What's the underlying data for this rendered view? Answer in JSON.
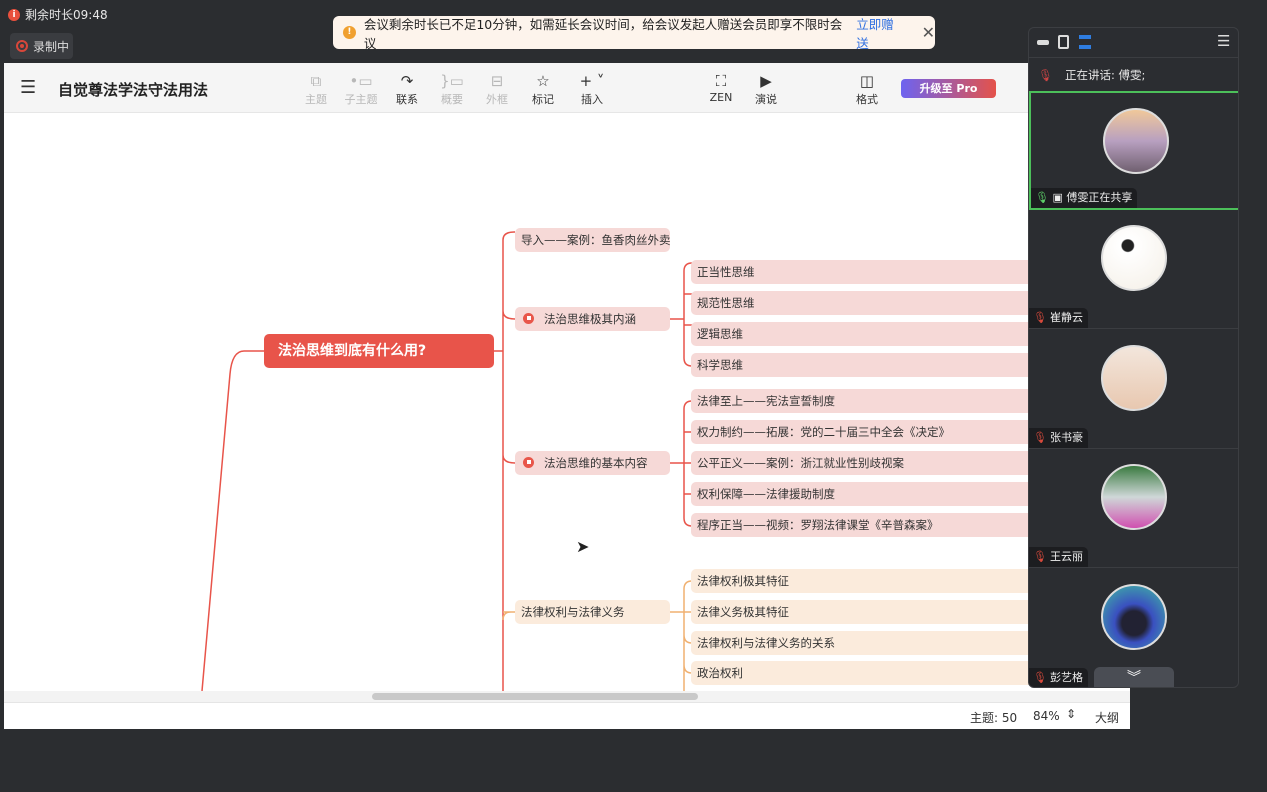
{
  "meeting": {
    "timer": "剩余时长09:48",
    "recording": "录制中",
    "notice": {
      "text": "会议剩余时长已不足10分钟，如需延长会议时间，给会议发起人赠送会员即享不限时会议",
      "link": "立即赠送"
    }
  },
  "app": {
    "title": "自觉尊法学法守法用法",
    "toolbar": {
      "topic": "主题",
      "subtopic": "子主题",
      "relation": "联系",
      "summary": "概要",
      "boundary": "外框",
      "marker": "标记",
      "insert": "插入",
      "zen": "ZEN",
      "present": "演说",
      "format": "格式",
      "upgrade": "升级至 Pro"
    },
    "status": {
      "topics": "主题: 50",
      "zoom": "84%",
      "outline": "大纲"
    }
  },
  "mindmap": {
    "root": "法治思维到底有什么用?",
    "branch1": [
      "导入——案例：鱼香肉丝外卖",
      "法治思维极其内涵",
      "法治思维的基本内容"
    ],
    "inner": [
      "正当性思维",
      "规范性思维",
      "逻辑思维",
      "科学思维"
    ],
    "content": [
      "法律至上——宪法宣誓制度",
      "权力制约——拓展：党的二十届三中全会《决定》",
      "公平正义——案例：浙江就业性别歧视案",
      "权利保障——法律援助制度",
      "程序正当——视频：罗翔法律课堂《辛普森案》"
    ],
    "branch2": "法律权利与法律义务",
    "rights": [
      "法律权利极其特征",
      "法律义务极其特征",
      "法律权利与法律义务的关系",
      "政治权利"
    ]
  },
  "panel": {
    "speaking": "正在讲话:  傅雯;",
    "participants": [
      {
        "name": "傅雯正在共享"
      },
      {
        "name": "崔静云"
      },
      {
        "name": "张书豪"
      },
      {
        "name": "王云丽"
      },
      {
        "name": "彭艺格"
      }
    ]
  },
  "colors": {
    "accent": "#e8544a",
    "pro_start": "#6d63f0",
    "active": "#4cbf5a"
  }
}
